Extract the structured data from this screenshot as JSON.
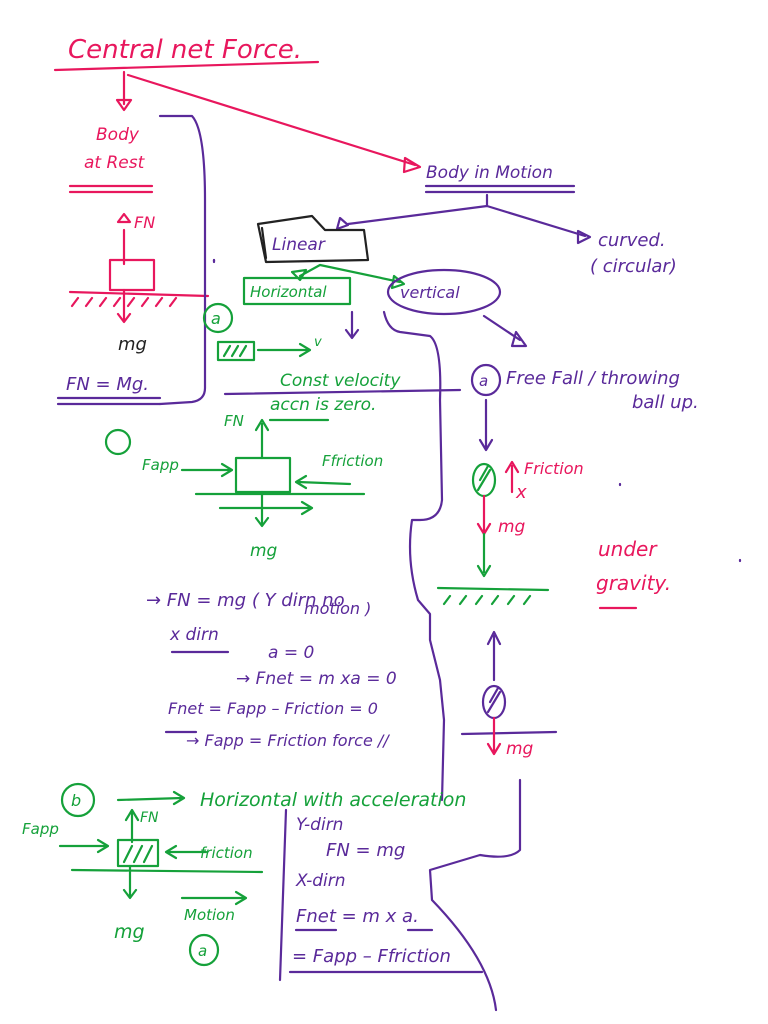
{
  "colors": {
    "pink": "#e8175d",
    "green": "#15a13a",
    "purple": "#5a2a9a",
    "black": "#222222"
  },
  "title": "Central net Force.",
  "rest": {
    "label_line1": "Body",
    "label_line2": "at Rest",
    "fn": "FN",
    "mg": "mg",
    "equation": "FN = Mg."
  },
  "motion": {
    "label": "Body in Motion",
    "linear": "Linear",
    "curved": "curved.",
    "circular": "( circular)",
    "horizontal": "Horizontal",
    "vertical": "vertical"
  },
  "horizontal_const": {
    "marker": "a",
    "v": "v",
    "line1": "Const velocity",
    "line2": "accn is zero.",
    "fn": "FN",
    "fapp": "Fapp",
    "ffriction": "Ffriction",
    "mg": "mg",
    "y_eq_line1": "→ FN = mg ( Y dirn no",
    "y_eq_line2": "motion )",
    "x_dir": "x dirn",
    "a_zero": "a = 0",
    "fnet_eq": "→ Fnet = m xa = 0",
    "fnet_line": "Fnet = Fapp – Friction = 0",
    "result": "→ Fapp = Friction force //"
  },
  "vertical": {
    "marker": "a",
    "line1": "Free Fall / throwing",
    "line2": "ball up.",
    "friction": "Friction",
    "x_mark": "x",
    "mg": "mg",
    "mg2": "mg",
    "gravity_line1": "under",
    "gravity_line2": "gravity."
  },
  "horizontal_accel": {
    "marker": "b",
    "label": "Horizontal with acceleration",
    "fn": "FN",
    "fapp": "Fapp",
    "friction": "friction",
    "mg": "mg",
    "motion": "Motion",
    "marker2": "a",
    "y_dir": "Y-dirn",
    "fn_mg": "FN = mg",
    "x_dir": "X-dirn",
    "fnet": "Fnet = m x a.",
    "fapp_friction": "= Fapp – Ffriction"
  }
}
